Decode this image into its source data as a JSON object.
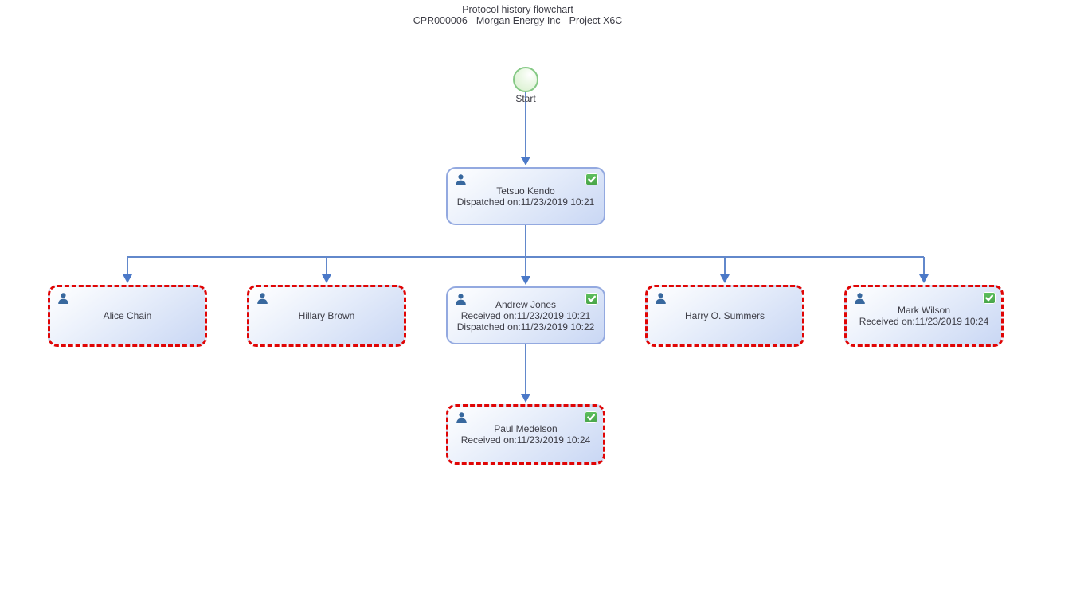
{
  "title": {
    "line1": "Protocol history flowchart",
    "line2": "CPR000006 - Morgan Energy Inc - Project X6C"
  },
  "start": {
    "label": "Start"
  },
  "nodes": [
    {
      "name": "Tetsuo Kendo",
      "status1": "Dispatched on:11/23/2019 10:21"
    },
    {
      "name": "Alice Chain"
    },
    {
      "name": "Hillary Brown"
    },
    {
      "name": "Andrew Jones",
      "status1": "Received on:11/23/2019 10:21",
      "status2": "Dispatched on:11/23/2019 10:22"
    },
    {
      "name": "Harry O. Summers"
    },
    {
      "name": "Mark Wilson",
      "status1": "Received on:11/23/2019 10:24"
    },
    {
      "name": "Paul Medelson",
      "status1": "Received on:11/23/2019 10:24"
    }
  ],
  "icons": {
    "person": "person-icon",
    "completed": "check-icon"
  },
  "colors": {
    "connector": "#6288cb",
    "arrowhead": "#4b79c8",
    "node_border": "#93a9e0",
    "node_fill": "#c9d7f4",
    "pending_dashed_border": "#e00505",
    "completed_green": "#4ca84c",
    "person_icon_blue": "#38689e",
    "start_circle_green": "#85c985",
    "text": "#3c3c45"
  }
}
